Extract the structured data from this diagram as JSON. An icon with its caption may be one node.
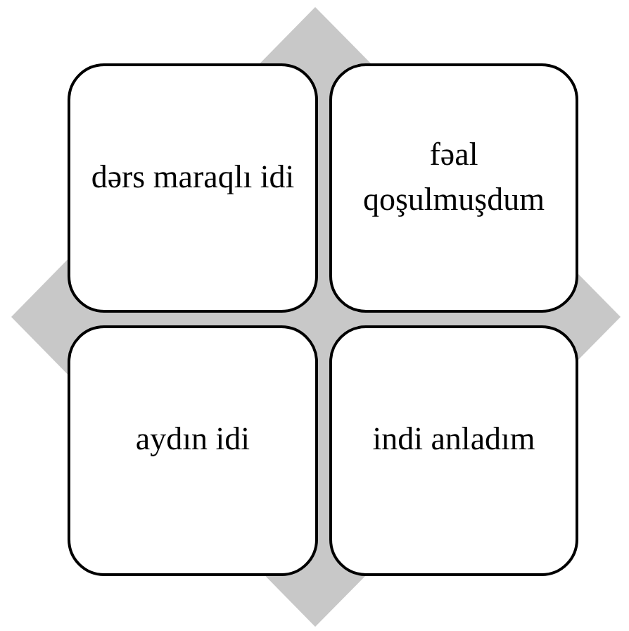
{
  "diagram": {
    "nodes": [
      {
        "text": [
          "dərs maraqlı idi"
        ]
      },
      {
        "text": [
          "fəal qoşulmuşdum"
        ]
      },
      {
        "text": [
          "aydın idi"
        ]
      },
      {
        "text": [
          "indi anladım"
        ]
      }
    ]
  }
}
